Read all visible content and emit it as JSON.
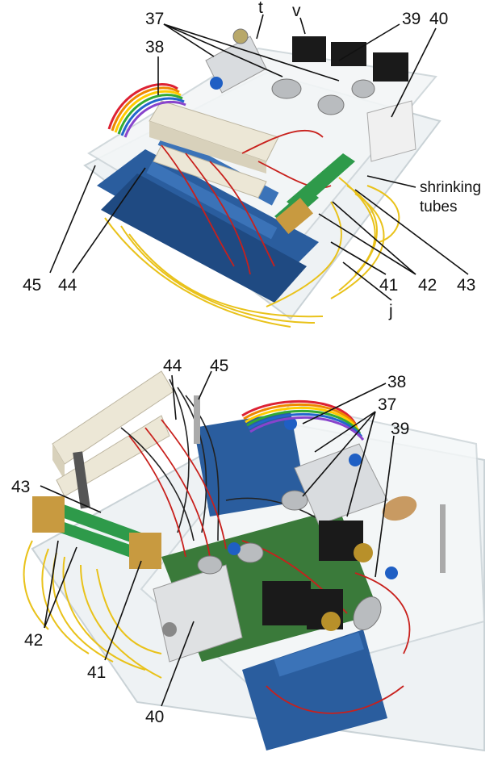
{
  "top_panel": {
    "labels": {
      "l37": "37",
      "l38": "38",
      "t": "t",
      "v": "v",
      "l39": "39",
      "l40": "40",
      "shrinking": "shrinking",
      "tubes": "tubes",
      "l45": "45",
      "l44": "44",
      "l41": "41",
      "l42": "42",
      "l43": "43",
      "j": "j"
    }
  },
  "bottom_panel": {
    "labels": {
      "l44": "44",
      "l45": "45",
      "l38": "38",
      "l37": "37",
      "l39": "39",
      "l43": "43",
      "l42": "42",
      "l41": "41",
      "l40": "40"
    }
  },
  "colors": {
    "acrylic": "#e9eef0",
    "pcb_blue": "#2a5d9e",
    "pcb_green": "#3a7a3a",
    "wire_yellow": "#e9c21a",
    "wire_red": "#c8201c",
    "terminal_green": "#2e9a4a",
    "connector_cream": "#ece7d6",
    "aluminium": "#d9dcdf",
    "valve_black": "#1a1a1a",
    "fitting_blue": "#1f5fc4",
    "cork": "#c89a62"
  }
}
